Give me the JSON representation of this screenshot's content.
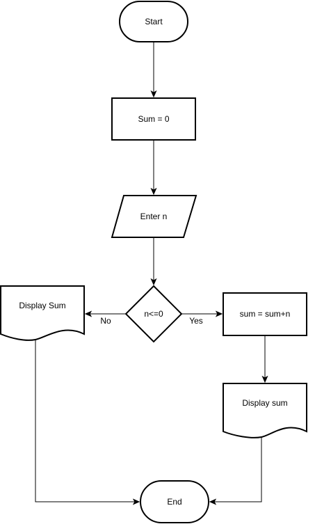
{
  "diagram": {
    "nodes": {
      "start": "Start",
      "sum_init": "Sum = 0",
      "enter_n": "Enter n",
      "decision": "n<=0",
      "display_sum_left": "Display Sum",
      "sum_update": "sum = sum+n",
      "display_sum_right": "Display sum",
      "end": "End"
    },
    "edges": {
      "no": "No",
      "yes": "Yes"
    }
  }
}
